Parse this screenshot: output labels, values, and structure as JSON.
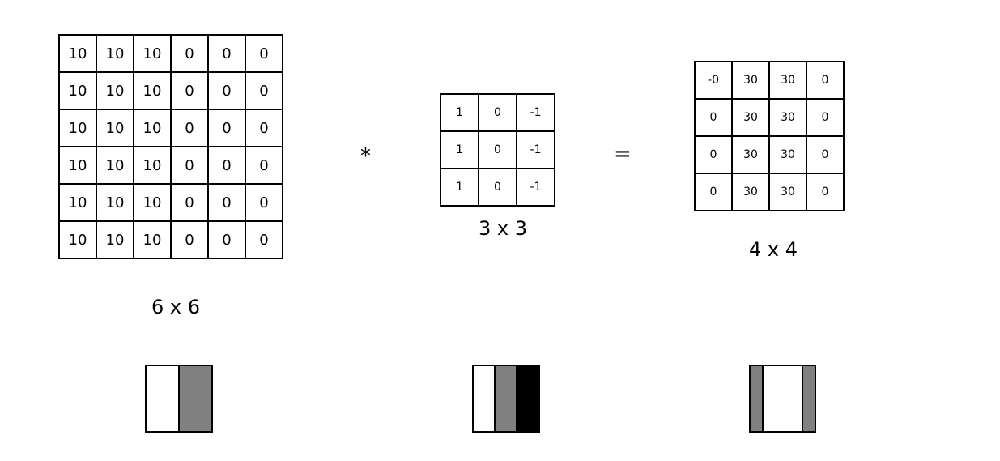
{
  "input": {
    "rows": [
      [
        "10",
        "10",
        "10",
        "0",
        "0",
        "0"
      ],
      [
        "10",
        "10",
        "10",
        "0",
        "0",
        "0"
      ],
      [
        "10",
        "10",
        "10",
        "0",
        "0",
        "0"
      ],
      [
        "10",
        "10",
        "10",
        "0",
        "0",
        "0"
      ],
      [
        "10",
        "10",
        "10",
        "0",
        "0",
        "0"
      ],
      [
        "10",
        "10",
        "10",
        "0",
        "0",
        "0"
      ]
    ],
    "size_label": "6 x 6"
  },
  "operator_conv": "*",
  "kernel": {
    "rows": [
      [
        "1",
        "0",
        "-1"
      ],
      [
        "1",
        "0",
        "-1"
      ],
      [
        "1",
        "0",
        "-1"
      ]
    ],
    "size_label": "3 x 3"
  },
  "operator_equals": "=",
  "output": {
    "rows": [
      [
        "-0",
        "30",
        "30",
        "0"
      ],
      [
        "0",
        "30",
        "30",
        "0"
      ],
      [
        "0",
        "30",
        "30",
        "0"
      ],
      [
        "0",
        "30",
        "30",
        "0"
      ]
    ],
    "size_label": "4 x 4"
  },
  "visualizations": {
    "input_strip": [
      "white",
      "gray"
    ],
    "kernel_strip": [
      "white",
      "gray",
      "black"
    ],
    "output_strip": [
      "gray",
      "white",
      "gray"
    ]
  }
}
